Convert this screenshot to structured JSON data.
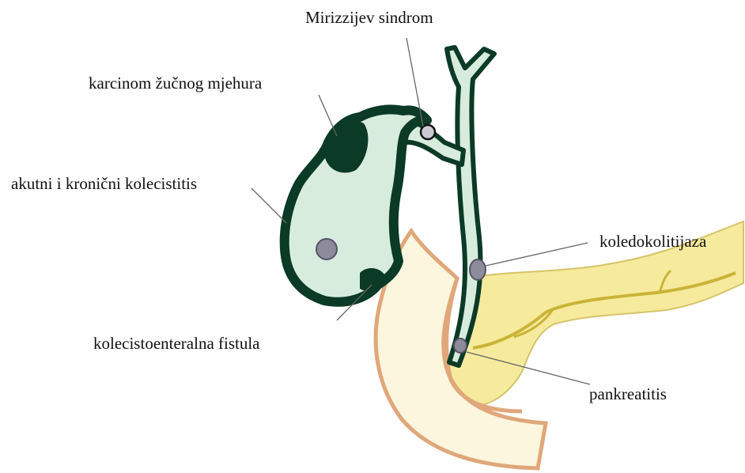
{
  "labels": {
    "mirizzi": "Mirizzijev sindrom",
    "carcinoma": "karcinom žučnog mjehura",
    "cholecystitis": "akutni i kronični kolecistitis",
    "choledocholithiasis": "koledokolitijaza",
    "fistula": "kolecistoenteralna fistula",
    "pancreatitis": "pankreatitis"
  },
  "colors": {
    "bile_fill": "#d8ecde",
    "wall": "#0b3a26",
    "stone": "#8d8b9c",
    "stone_light": "#c9c9d2",
    "pancreas": "#f6ea9d",
    "pancreas_duct": "#c9b437",
    "duodenum": "#fbf6dd",
    "duodenum_edge": "#e0a77b",
    "leader": "#666666"
  }
}
